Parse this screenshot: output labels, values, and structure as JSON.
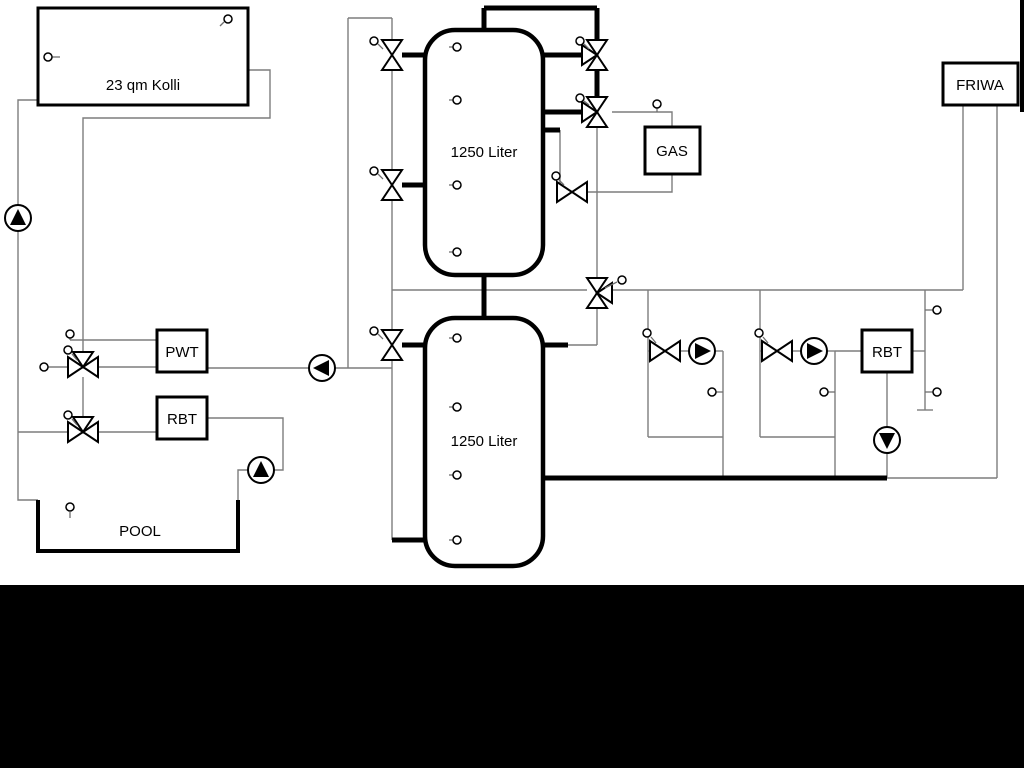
{
  "diagram": {
    "kind": "hydraulic-heating-schematic",
    "labels": {
      "collector": "23 qm Kolli",
      "tank_upper": "1250 Liter",
      "tank_lower": "1250 Liter",
      "gas": "GAS",
      "friwa": "FRIWA",
      "pwt": "PWT",
      "rbt_left": "RBT",
      "rbt_right": "RBT",
      "pool": "POOL"
    },
    "colors": {
      "pipe_thin": "#7d7d7d",
      "pipe_thick": "#000000",
      "component_stroke": "#000000",
      "background": "#ffffff",
      "bottom_mask": "#000000"
    }
  }
}
